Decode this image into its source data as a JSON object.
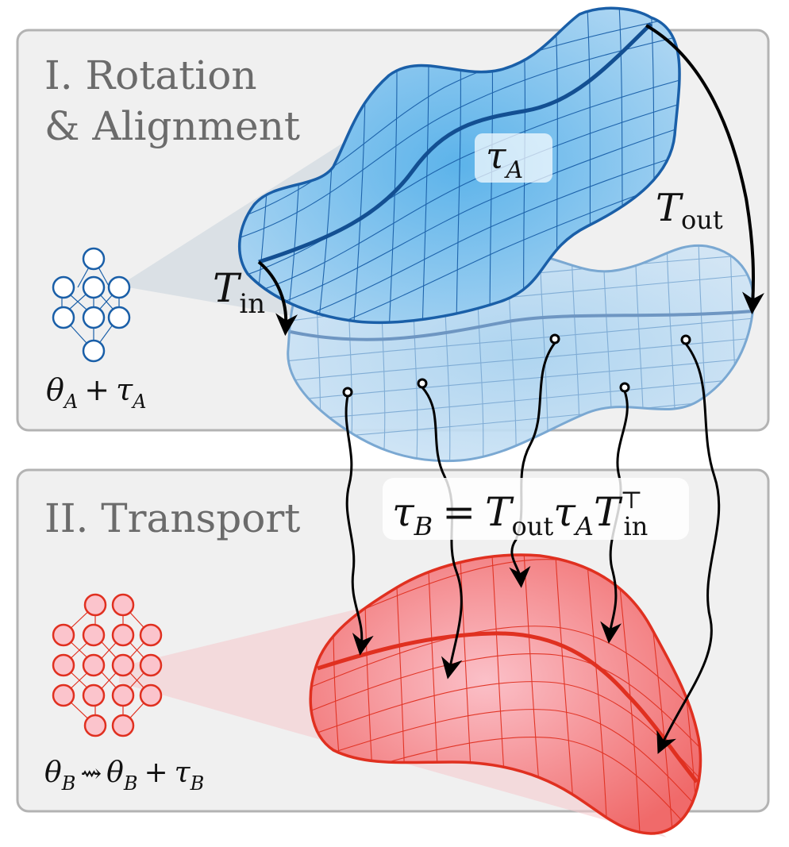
{
  "panels": {
    "top": {
      "title_line1": "I. Rotation",
      "title_line2": "& Alignment"
    },
    "bottom": {
      "title": "II. Transport"
    }
  },
  "labels": {
    "tau_a": {
      "main": "τ",
      "sub": "A"
    },
    "t_out": {
      "main": "T",
      "sub": "out"
    },
    "t_in": {
      "main": "T",
      "sub": "in"
    },
    "theta_a_tau_a": {
      "theta": "θ",
      "theta_sub": "A",
      "plus": "+",
      "tau": "τ",
      "tau_sub": "A"
    },
    "theta_b": {
      "theta": "θ",
      "theta_sub": "B",
      "arrow": "⇝",
      "theta2": "θ",
      "theta2_sub": "B",
      "plus": "+",
      "tau": "τ",
      "tau_sub": "B"
    },
    "formula": {
      "tau": "τ",
      "tau_sub": "B",
      "eq": "=",
      "t1": "T",
      "t1_sub": "out",
      "tau2": "τ",
      "tau2_sub": "A",
      "t2": "T",
      "t2_sub": "in",
      "t2_sup": "⊤"
    }
  },
  "colors": {
    "blue_fill": "#7ec0ea",
    "blue_stroke": "#1a5fa8",
    "light_blue_fill": "#b9d9f0",
    "light_blue_stroke": "#7aa8d2",
    "red_fill": "#f79aa6",
    "red_stroke": "#e03020",
    "panel_bg": "#f0f0f0",
    "panel_border": "#b3b3b3"
  },
  "icons": {
    "network_a": "neural-network-icon",
    "network_b": "neural-network-icon"
  }
}
